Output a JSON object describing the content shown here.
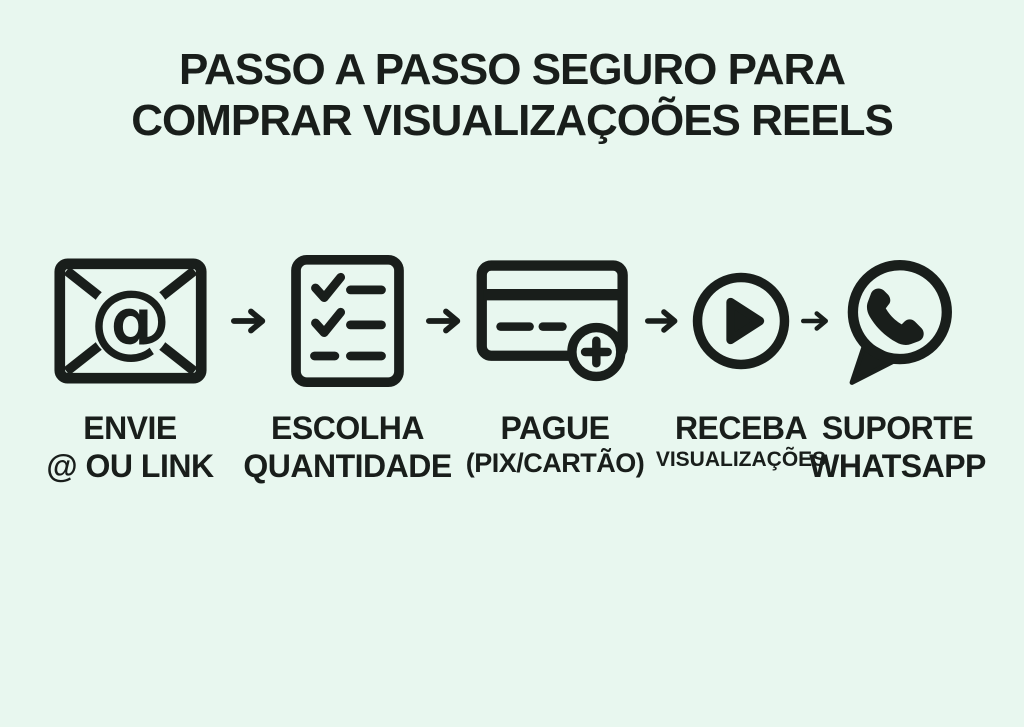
{
  "colors": {
    "background": "#e8f7ef",
    "ink": "#191e1b"
  },
  "title": {
    "line1": "PASSO A PASSO SEGURO PARA",
    "line2": "COMPRAR VISUALIZAÇOÕES REELS"
  },
  "steps": [
    {
      "icon": "envelope-at-icon",
      "label_line1": "ENVIE",
      "label_line2": "@ OU LINK"
    },
    {
      "icon": "checklist-icon",
      "label_line1": "ESCOLHA",
      "label_line2": "QUANTIDADE"
    },
    {
      "icon": "credit-card-plus-icon",
      "label_line1": "PAGUE",
      "label_line2": "(PIX/CARTÃO)"
    },
    {
      "icon": "play-circle-icon",
      "label_line1": "RECEBA",
      "label_line2": "VISUALIZAÇÕES"
    },
    {
      "icon": "whatsapp-icon",
      "label_line1": "SUPORTE",
      "label_line2": "WHATSAPP"
    }
  ]
}
